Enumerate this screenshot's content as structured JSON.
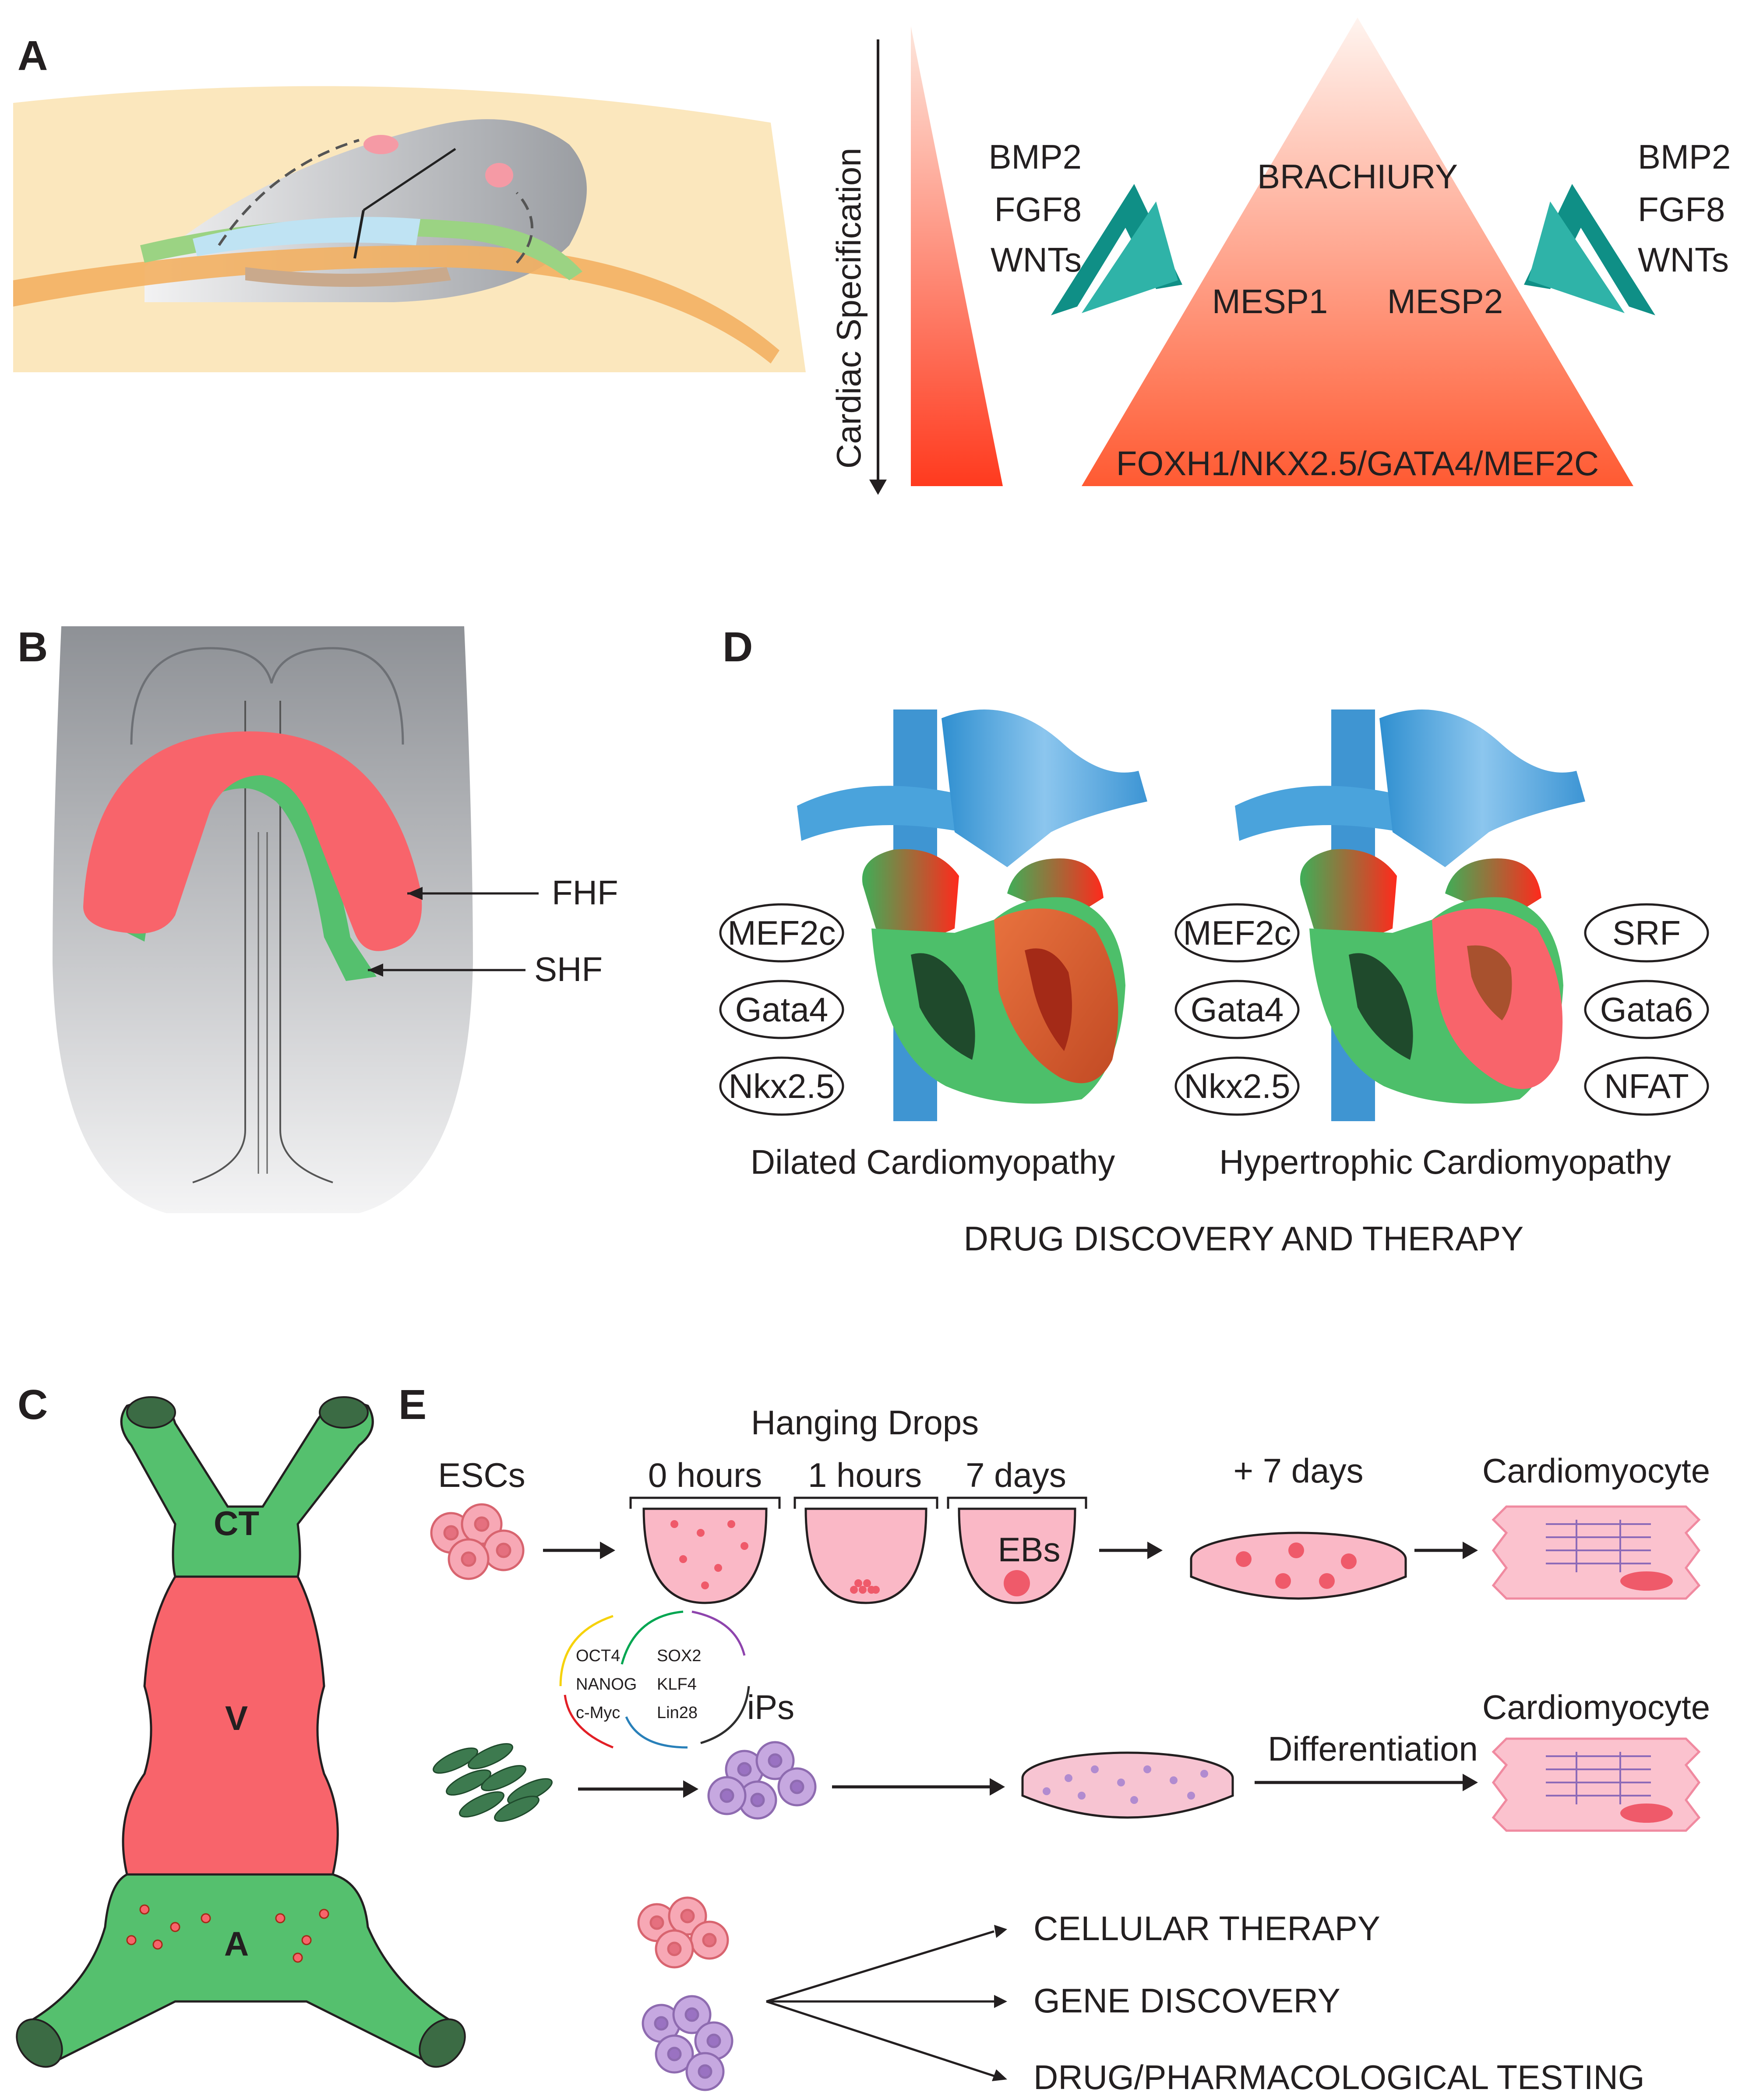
{
  "panels": {
    "a": "A",
    "b": "B",
    "c": "C",
    "d": "D",
    "e": "E"
  },
  "panel_a": {
    "axis_label": "Cardiac Specification",
    "signals_left": [
      "BMP2",
      "FGF8",
      "WNTs"
    ],
    "signals_right": [
      "BMP2",
      "FGF8",
      "WNTs"
    ],
    "pyramid": {
      "top": "BRACHIURY",
      "middle_left": "MESP1",
      "middle_right": "MESP2",
      "base": "FOXH1/NKX2.5/GATA4/MEF2C"
    }
  },
  "panel_b": {
    "fhf": "FHF",
    "shf": "SHF"
  },
  "panel_c": {
    "top": "CT",
    "middle": "V",
    "bottom": "A"
  },
  "panel_d": {
    "left_markers": [
      "MEF2c",
      "Gata4",
      "Nkx2.5"
    ],
    "right_markers_left": [
      "MEF2c",
      "Gata4",
      "Nkx2.5"
    ],
    "right_markers_right": [
      "SRF",
      "Gata6",
      "NFAT"
    ],
    "caption_left": "Dilated Cardiomyopathy",
    "caption_right": "Hypertrophic Cardiomyopathy",
    "footer": "DRUG DISCOVERY AND THERAPY"
  },
  "panel_e": {
    "hanging_drops": "Hanging Drops",
    "escs": "ESCs",
    "t0": "0 hours",
    "t1": "1 hours",
    "t7": "7 days",
    "ebs": "EBs",
    "plus7": "+ 7 days",
    "cardio_top": "Cardiomyocyte",
    "factors": [
      "OCT4",
      "SOX2",
      "NANOG",
      "KLF4",
      "c-Myc",
      "Lin28"
    ],
    "ips": "iPs",
    "differentiation": "Differentiation",
    "cardio_bottom": "Cardiomyocyte",
    "applications": [
      "CELLULAR THERAPY",
      "GENE DISCOVERY",
      "DRUG/PHARMACOLOGICAL TESTING"
    ]
  },
  "colors": {
    "red_start": "#ff3a1e",
    "red_end": "#fde6dc",
    "teal": "#0f8f86",
    "heart_green": "#4dbf6a",
    "heart_red": "#ef4d4d",
    "vessel_blue": "#4aa3dc",
    "tube_green": "#55c06e",
    "tube_red": "#f8646b",
    "pink": "#f7b6c5",
    "purple": "#b18bd0"
  }
}
